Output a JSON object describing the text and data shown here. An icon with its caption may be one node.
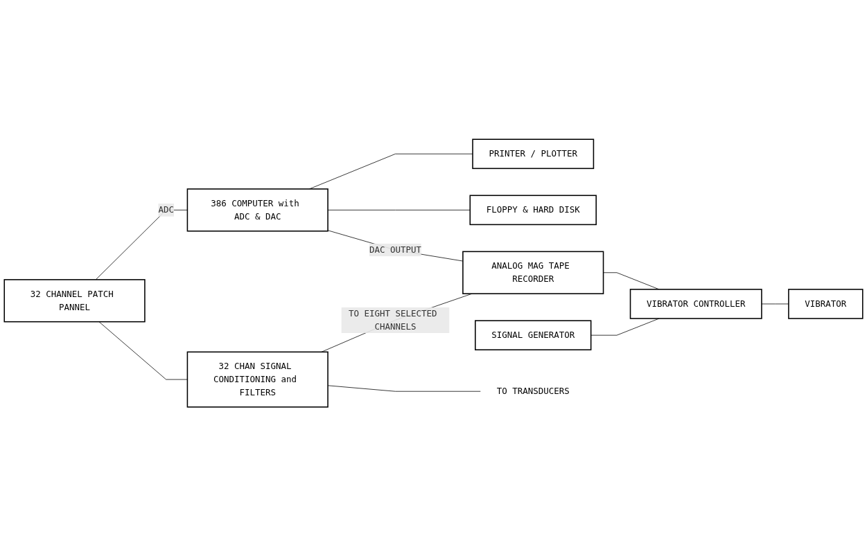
{
  "diagram": {
    "nodes": [
      {
        "text": [
          "32 CHANNEL PATCH PANNEL"
        ]
      },
      {
        "text": [
          "386 COMPUTER with ADC & DAC"
        ]
      },
      {
        "text": [
          "PRINTER / PLOTTER"
        ]
      },
      {
        "text": [
          "FLOPPY & HARD DISK"
        ]
      },
      {
        "text": [
          "32 CHAN SIGNAL CONDITIONING and FILTERS"
        ]
      },
      {
        "text": [
          "ANALOG MAG TAPE RECORDER"
        ]
      },
      {
        "text": [
          "VIBRATOR CONTROLLER"
        ]
      },
      {
        "text": [
          "SIGNAL GENERATOR"
        ]
      },
      {
        "text": [
          "VIBRATOR"
        ]
      },
      {
        "text": [
          "TO TRANSDUCERS"
        ]
      }
    ],
    "edges": [
      {
        "from": 0,
        "to": 1,
        "arrow": "none",
        "label": "ADC"
      },
      {
        "from": 1,
        "to": 2,
        "arrow": "none"
      },
      {
        "from": 1,
        "to": 3,
        "arrow": "none"
      },
      {
        "from": 0,
        "to": 4,
        "arrow": "none"
      },
      {
        "from": 1,
        "to": 5,
        "arrow": "none",
        "label": "DAC OUTPUT"
      },
      {
        "from": 4,
        "to": 5,
        "arrow": "none",
        "label": "TO EIGHT SELECTED CHANNELS"
      },
      {
        "from": 5,
        "to": 6,
        "arrow": "none"
      },
      {
        "from": 7,
        "to": 6,
        "arrow": "none"
      },
      {
        "from": 6,
        "to": 8,
        "arrow": "none"
      },
      {
        "from": 4,
        "to": 9,
        "arrow": "none"
      }
    ]
  }
}
